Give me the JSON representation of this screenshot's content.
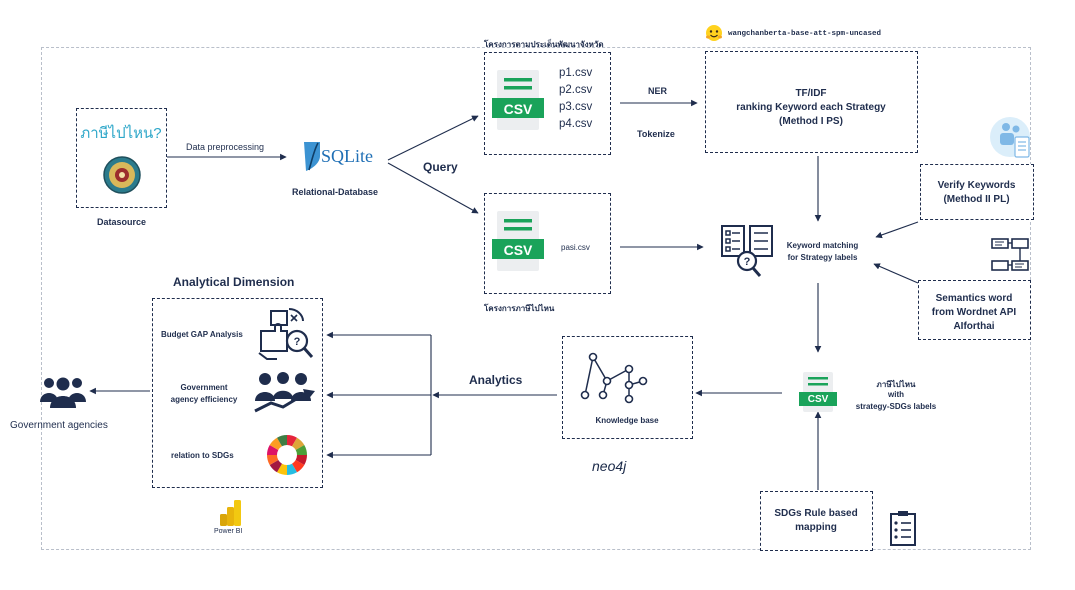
{
  "datasource": {
    "app_title": "ภาษีไปไหน?",
    "label": "Datasource"
  },
  "preprocess_label": "Data preprocessing",
  "sqlite": {
    "logo_text": "SQLite",
    "label": "Relational-Database"
  },
  "query_label": "Query",
  "provincial": {
    "title": "โครงการตามประเด็นพัฒนาจังหวัด",
    "csv_badge": "CSV",
    "files": [
      "p1.csv",
      "p2.csv",
      "p3.csv",
      "p4.csv"
    ]
  },
  "pasi": {
    "csv_badge": "CSV",
    "file": "pasi.csv",
    "caption": "โครงการภาษีไปไหน"
  },
  "ner_label": "NER",
  "tokenize_label": "Tokenize",
  "model_name": "wangchanberta-base-att-spm-uncased",
  "tfidf": {
    "line1": "TF/IDF",
    "line2": "ranking Keyword  each Strategy",
    "line3": "(Method I PS)"
  },
  "verify": {
    "line1": "Verify Keywords",
    "line2": "(Method II PL)"
  },
  "matching": {
    "line1": "Keyword matching",
    "line2": "for Strategy labels"
  },
  "semantics": {
    "line1": "Semantics word",
    "line2": "from Wordnet API",
    "line3": "AIforthai"
  },
  "output_csv": {
    "badge": "CSV",
    "line1": "ภาษีไปไหน",
    "line2": "with",
    "line3": "strategy-SDGs labels"
  },
  "sdg_rule": {
    "line1": "SDGs Rule based",
    "line2": "mapping"
  },
  "knowledge": {
    "label": "Knowledge base",
    "neo4j": "neo4j"
  },
  "analytics_label": "Analytics",
  "analytical": {
    "title": "Analytical Dimension",
    "item1": "Budget GAP Analysis",
    "item2_line1": "Government",
    "item2_line2": "agency efficiency",
    "item3": "relation to SDGs",
    "powerbi": "Power BI"
  },
  "gov": {
    "label": "Government agencies"
  },
  "colors": {
    "ink": "#1f2d4d",
    "csv_green": "#1aa35a",
    "powerbi_yellow": "#f2c811",
    "sqlite_blue": "#1f6fb5"
  }
}
